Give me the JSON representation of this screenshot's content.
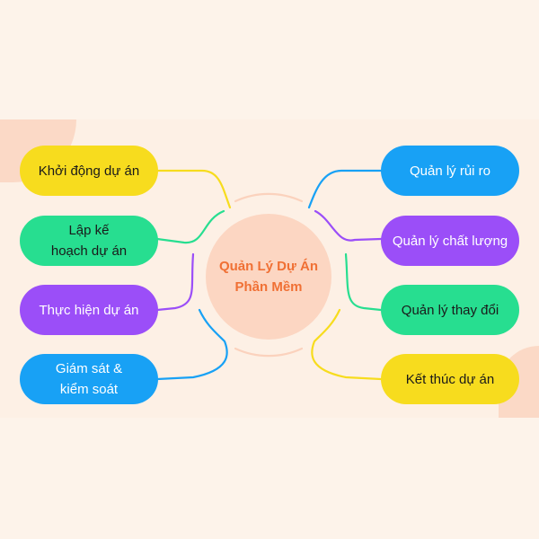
{
  "center": {
    "line1": "Quản Lý Dự Án",
    "line2": "Phần Mềm"
  },
  "left": [
    {
      "label": "Khởi động dự án",
      "color": "#f7dc1e"
    },
    {
      "label": "Lập kế hoạch dự án",
      "color": "#27de90"
    },
    {
      "label": "Thực hiện dự án",
      "color": "#9b4ef8"
    },
    {
      "label": "Giám sát & kiểm soát",
      "color": "#18a1f5"
    }
  ],
  "right": [
    {
      "label": "Quản lý rủi ro",
      "color": "#18a1f5"
    },
    {
      "label": "Quản lý chất lượng",
      "color": "#9b4ef8"
    },
    {
      "label": "Quản lý thay đổi",
      "color": "#27de90"
    },
    {
      "label": "Kết thúc dự án",
      "color": "#f7dc1e"
    }
  ]
}
